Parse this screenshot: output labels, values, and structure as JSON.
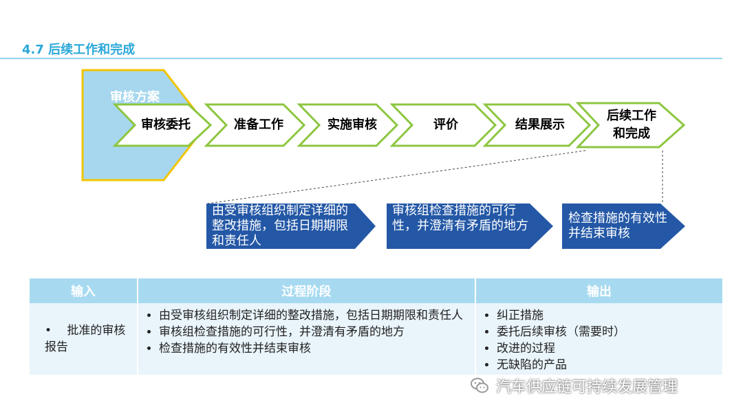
{
  "title": "4.7 后续工作和完成",
  "plan_label": "审核方案",
  "steps": [
    "审核委托",
    "准备工作",
    "实施审核",
    "评价",
    "结果展示",
    "后续工作\n和完成"
  ],
  "details": [
    "由受审核组织制定详细的整改措施，包括日期期限和责任人",
    "审核组检查措施的可行性，并澄清有矛盾的地方",
    "检查措施的有效性并结束审核"
  ],
  "table": {
    "headers": [
      "输入",
      "过程阶段",
      "输出"
    ],
    "input": "•　 批准的审核报告",
    "process": [
      "由受审核组织制定详细的整改措施，包括日期期限和责任人",
      "审核组检查措施的可行性，并澄清有矛盾的地方",
      "检查措施的有效性并结束审核"
    ],
    "output": [
      "纠正措施",
      "委托后续审核（需要时）",
      "改进的过程",
      "无缺陷的产品"
    ]
  },
  "watermark": "汽车供应链可持续发展管理",
  "colors": {
    "title": "#2aa8d8",
    "arrow_border": "#8cc63f",
    "plan_fill": "#a7d7ee",
    "plan_border": "#f2c500",
    "detail_fill": "#2458a6",
    "header_fill": "#a7daf0",
    "cell_fill": "#e9f4fb"
  }
}
